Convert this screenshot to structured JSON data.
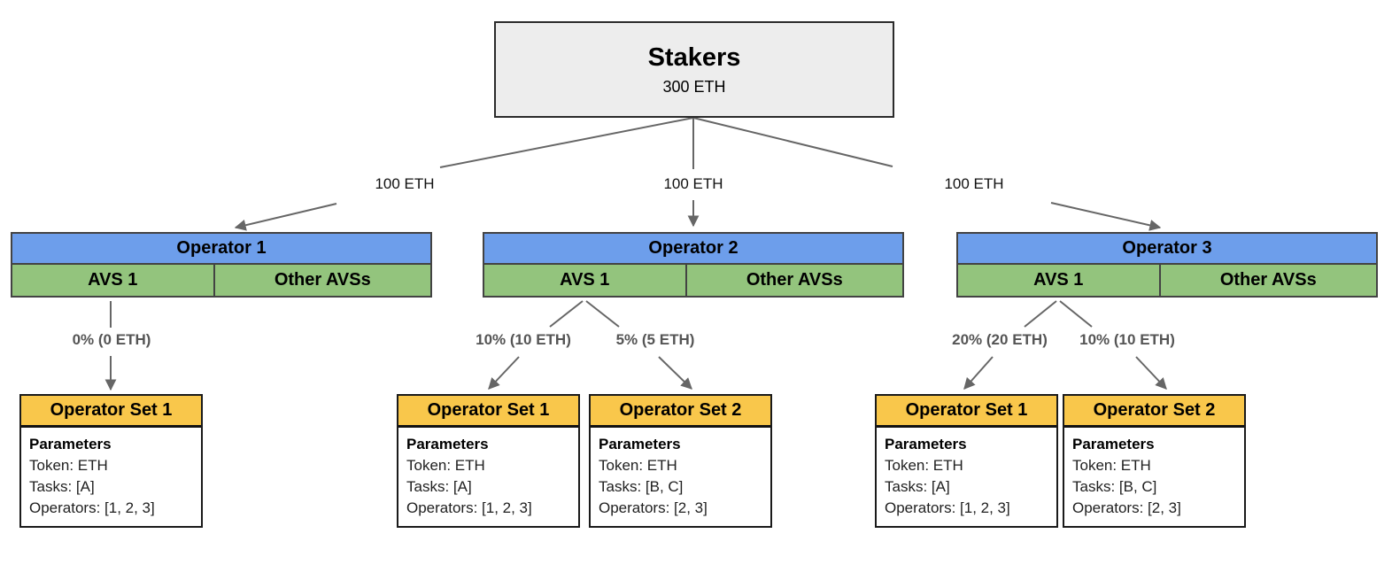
{
  "stakers": {
    "title": "Stakers",
    "amount": "300 ETH"
  },
  "stake_edges": [
    {
      "label": "100 ETH"
    },
    {
      "label": "100 ETH"
    },
    {
      "label": "100 ETH"
    }
  ],
  "operators": [
    {
      "name": "Operator 1",
      "avs_label": "AVS 1",
      "other_label": "Other AVSs",
      "allocations": [
        {
          "label": "0% (0 ETH)",
          "set_title": "Operator Set 1",
          "params_title": "Parameters",
          "lines": [
            "Token: ETH",
            "Tasks: [A]",
            "Operators: [1, 2, 3]"
          ]
        }
      ]
    },
    {
      "name": "Operator 2",
      "avs_label": "AVS 1",
      "other_label": "Other AVSs",
      "allocations": [
        {
          "label": "10% (10 ETH)",
          "set_title": "Operator Set 1",
          "params_title": "Parameters",
          "lines": [
            "Token: ETH",
            "Tasks: [A]",
            "Operators: [1, 2, 3]"
          ]
        },
        {
          "label": "5% (5 ETH)",
          "set_title": "Operator Set 2",
          "params_title": "Parameters",
          "lines": [
            "Token: ETH",
            "Tasks: [B, C]",
            "Operators: [2, 3]"
          ]
        }
      ]
    },
    {
      "name": "Operator 3",
      "avs_label": "AVS 1",
      "other_label": "Other AVSs",
      "allocations": [
        {
          "label": "20% (20 ETH)",
          "set_title": "Operator Set 1",
          "params_title": "Parameters",
          "lines": [
            "Token: ETH",
            "Tasks: [A]",
            "Operators: [1, 2, 3]"
          ]
        },
        {
          "label": "10% (10 ETH)",
          "set_title": "Operator Set 2",
          "params_title": "Parameters",
          "lines": [
            "Token: ETH",
            "Tasks: [B, C]",
            "Operators: [2, 3]"
          ]
        }
      ]
    }
  ],
  "colors": {
    "stakers_fill": "#ededed",
    "operator_header": "#6d9eeb",
    "avs_cell": "#93c47d",
    "set_header": "#f9c74b",
    "connector_line": "#666666",
    "allocation_label_text": "#555555"
  }
}
